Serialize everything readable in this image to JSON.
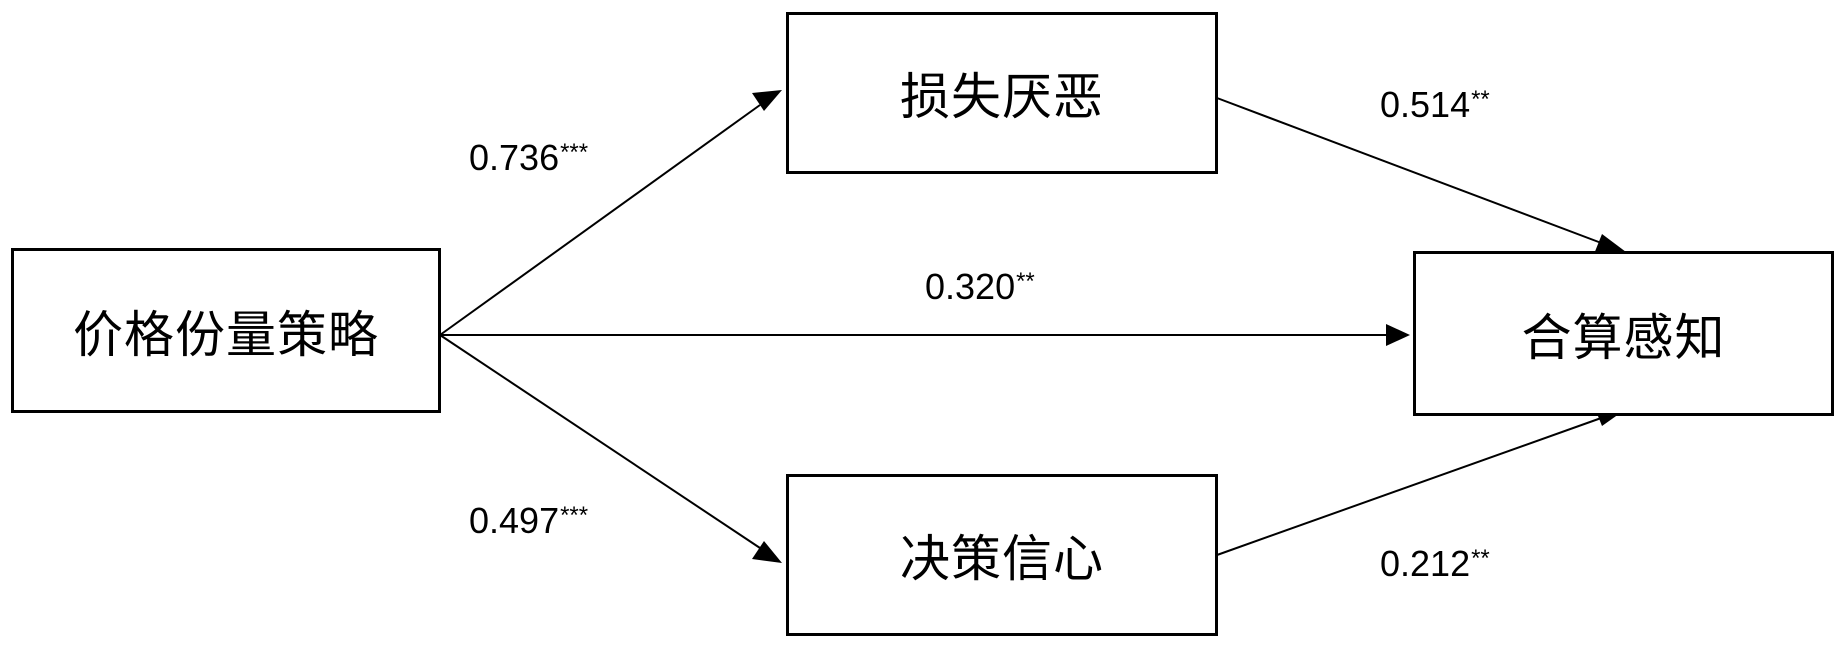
{
  "nodes": {
    "price_strategy": "价格份量策略",
    "loss_aversion": "损失厌恶",
    "decision_confidence": "决策信心",
    "deal_perception": "合算感知"
  },
  "paths": {
    "a1": {
      "from": "价格份量策略",
      "to": "损失厌恶",
      "coef": "0.736",
      "sig": "***"
    },
    "b1": {
      "from": "损失厌恶",
      "to": "合算感知",
      "coef": "0.514",
      "sig": "**"
    },
    "c": {
      "from": "价格份量策略",
      "to": "合算感知",
      "coef": "0.320",
      "sig": "**"
    },
    "a2": {
      "from": "价格份量策略",
      "to": "决策信心",
      "coef": "0.497",
      "sig": "***"
    },
    "b2": {
      "from": "决策信心",
      "to": "合算感知",
      "coef": "0.212",
      "sig": "**"
    }
  }
}
